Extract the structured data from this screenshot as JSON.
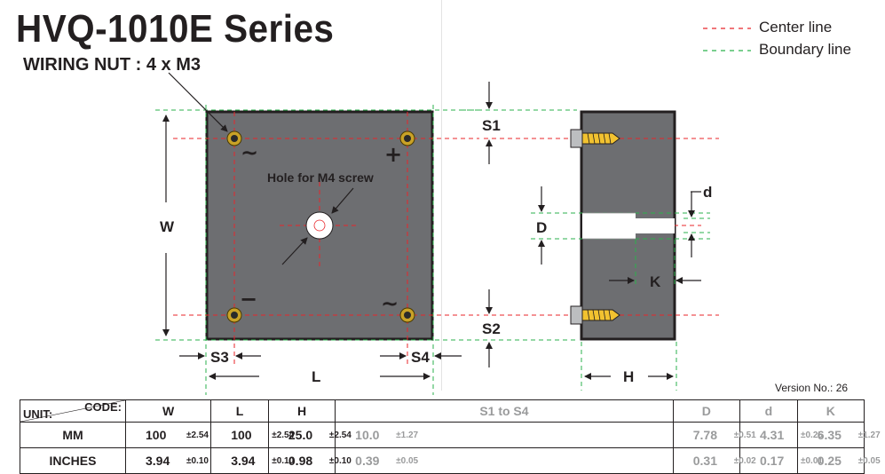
{
  "title": "HVQ-1010E Series",
  "subtitle": "WIRING NUT : 4 x M3",
  "legend": [
    {
      "label": "Center line",
      "color": "#e8262a"
    },
    {
      "label": "Boundary line",
      "color": "#2bb24c"
    }
  ],
  "front_view": {
    "hole_label": "Hole for M4 screw",
    "dim_w": "W",
    "dim_l": "L",
    "dim_s3": "S3",
    "dim_s4": "S4",
    "sym_tl": "~",
    "sym_tr": "+",
    "sym_bl": "−",
    "sym_br": "~"
  },
  "side_view": {
    "dim_s1": "S1",
    "dim_s2": "S2",
    "dim_d_upper": "D",
    "dim_d_lower": "d",
    "dim_k": "K",
    "dim_h": "H"
  },
  "version": "Version No.: 26",
  "table": {
    "code_label": "CODE:",
    "unit_label": "UNIT:",
    "columns": [
      "W",
      "L",
      "H",
      "S1 to S4",
      "D",
      "d",
      "K"
    ],
    "rows": [
      {
        "unit": "MM",
        "cells": [
          {
            "value": "100",
            "tol": "±2.54"
          },
          {
            "value": "100",
            "tol": "±2.54"
          },
          {
            "value": "25.0",
            "tol": "±2.54"
          },
          {
            "value": "10.0",
            "tol": "±1.27"
          },
          {
            "value": "7.78",
            "tol": "±0.51"
          },
          {
            "value": "4.31",
            "tol": "±0.25"
          },
          {
            "value": "6.35",
            "tol": "±1.27"
          }
        ]
      },
      {
        "unit": "INCHES",
        "cells": [
          {
            "value": "3.94",
            "tol": "±0.10"
          },
          {
            "value": "3.94",
            "tol": "±0.10"
          },
          {
            "value": "0.98",
            "tol": "±0.10"
          },
          {
            "value": "0.39",
            "tol": "±0.05"
          },
          {
            "value": "0.31",
            "tol": "±0.02"
          },
          {
            "value": "0.17",
            "tol": "±0.01"
          },
          {
            "value": "0.25",
            "tol": "±0.05"
          }
        ]
      }
    ]
  }
}
